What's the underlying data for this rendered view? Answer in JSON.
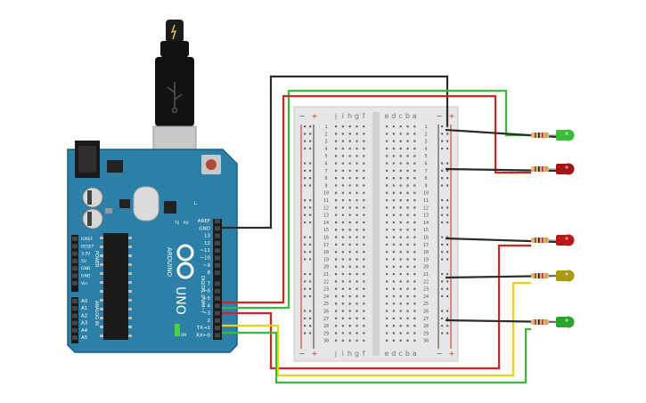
{
  "arduino": {
    "brand": "ARDUINO",
    "model": "UNO",
    "header_labels": {
      "aref": "AREF",
      "gnd": "GND",
      "d13": "13",
      "d12": "12",
      "d11": "~11",
      "d10": "~10",
      "d9": "~9",
      "d8": "8",
      "d7": "7",
      "d6": "~6",
      "d5": "~5",
      "d4": "4",
      "d3": "~3",
      "d2": "2",
      "d1": "TX→1",
      "d0": "RX←0"
    },
    "section_labels": {
      "digital": "DIGITAL (PWM~)",
      "power": "POWER",
      "analog": "ANALOG IN"
    },
    "power_pins": [
      "IOREF",
      "RESET",
      "3.3V",
      "5V",
      "GND",
      "GND",
      "Vin"
    ],
    "analog_pins": [
      "A0",
      "A1",
      "A2",
      "A3",
      "A4",
      "A5"
    ],
    "small_labels": {
      "l": "L",
      "tx": "TX",
      "rx": "RX",
      "on": "ON"
    }
  },
  "breadboard": {
    "rail_minus": "−",
    "rail_plus": "+",
    "letters_left": [
      "j",
      "i",
      "h",
      "g",
      "f"
    ],
    "letters_right": [
      "e",
      "d",
      "c",
      "b",
      "a"
    ],
    "row_numbers": [
      "1",
      "2",
      "3",
      "4",
      "5",
      "6",
      "7",
      "8",
      "9",
      "10",
      "11",
      "12",
      "13",
      "14",
      "15",
      "16",
      "17",
      "18",
      "19",
      "20",
      "21",
      "22",
      "23",
      "24",
      "25",
      "26",
      "27",
      "28",
      "29",
      "30"
    ]
  },
  "leds": [
    {
      "color": "#3dbb3d"
    },
    {
      "color": "#a31515"
    },
    {
      "color": "#b81818"
    },
    {
      "color": "#a89a12"
    },
    {
      "color": "#2aa52a"
    }
  ],
  "wire_colors": {
    "black": "#2b2b2b",
    "green": "#3cb83c",
    "red": "#d42323",
    "yellow": "#e6d21a"
  },
  "board_color": "#2c7fa6"
}
